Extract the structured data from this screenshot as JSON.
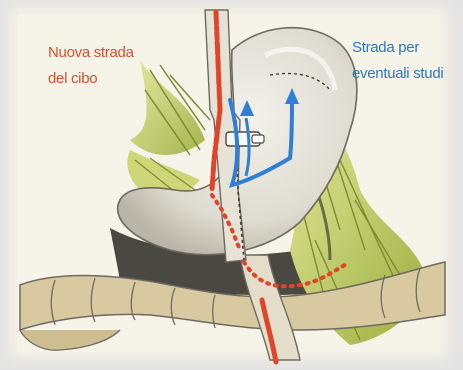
{
  "labels": {
    "food_route": {
      "line1": "Nuova strada",
      "line2": "del cibo",
      "color": "#d9502b"
    },
    "study_route": {
      "line1": "Strada per",
      "line2": "eventuali studi",
      "color": "#2e78c8"
    }
  },
  "colors": {
    "frame_shadow": "#dcdcdc",
    "parchment": "#f4f1e6",
    "stomach_fill": "#e9e6dc",
    "stomach_outline": "#6e6a60",
    "fat_green": "#c9d46a",
    "fat_dark": "#7d8c34",
    "shadow_dark": "#2a2a24",
    "intestine": "#d8c9a0",
    "red_route": "#e0442a",
    "blue_route": "#2f7fd6"
  }
}
